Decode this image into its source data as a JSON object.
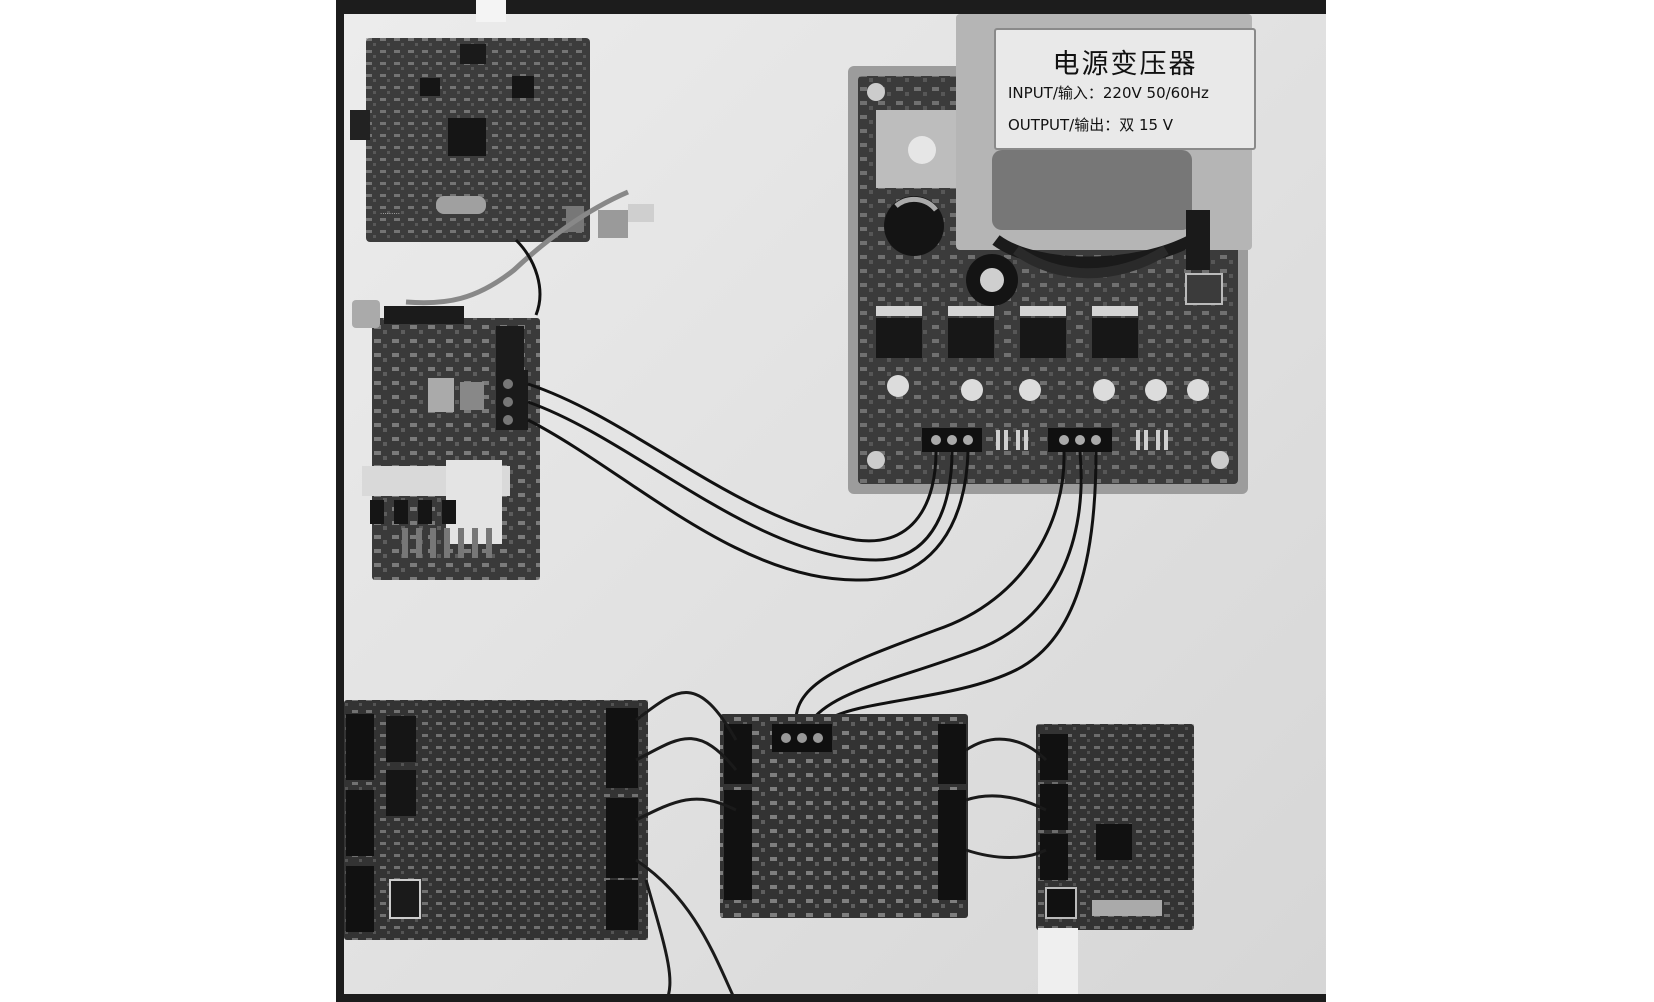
{
  "transformer_label": {
    "title": "电源变压器",
    "input": "INPUT/输入：220V 50/60Hz",
    "output": "OUTPUT/输出：双 15 V"
  },
  "colors": {
    "table": "#e4e4e4",
    "pcb": "#3a3a3a",
    "wire": "#111111",
    "label": "#e9e9e9"
  }
}
